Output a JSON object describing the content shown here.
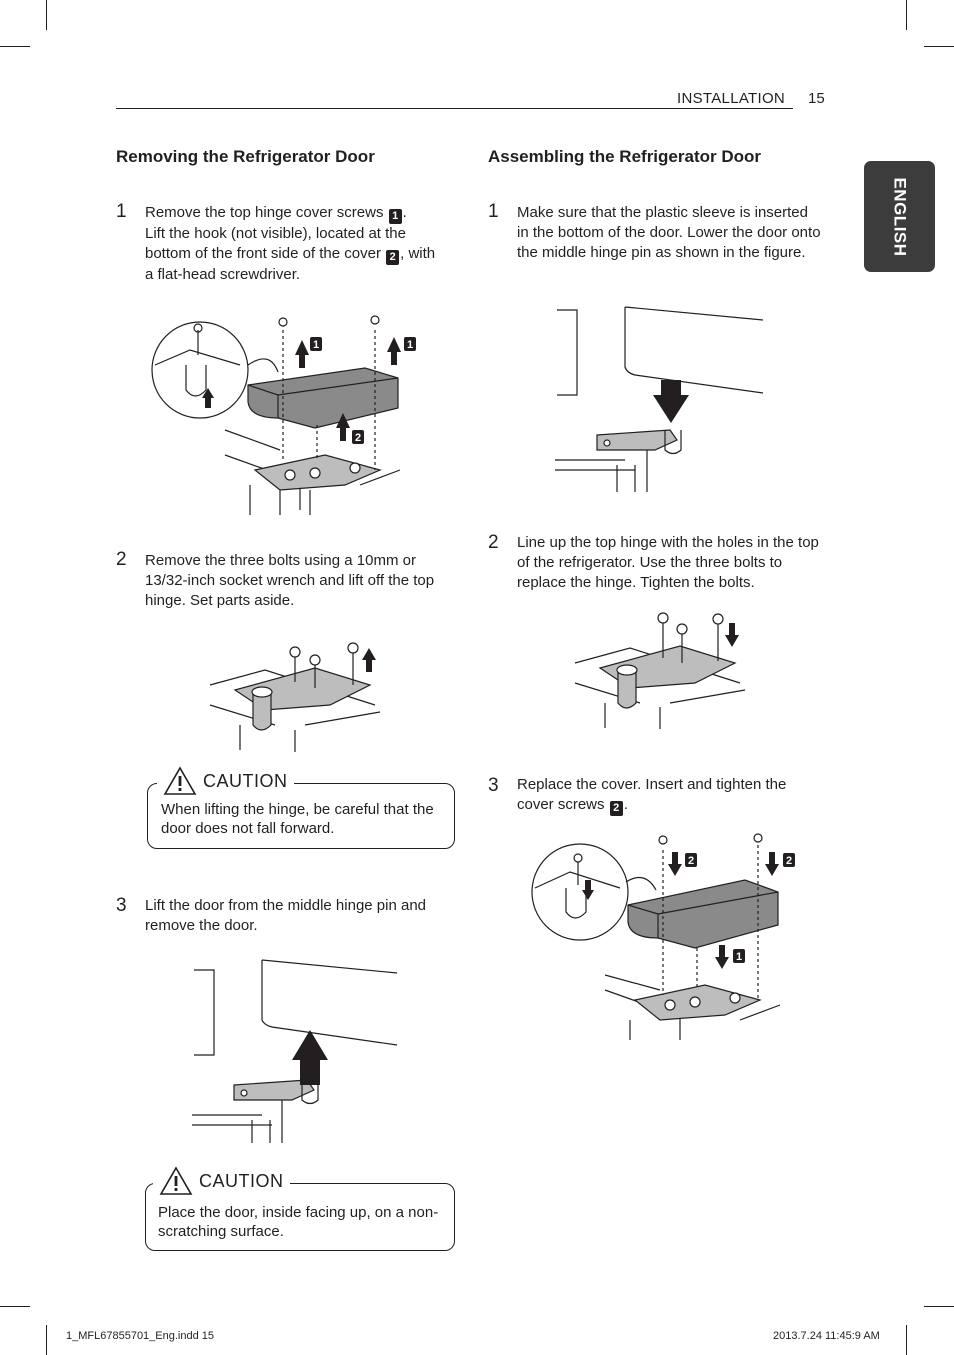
{
  "header": {
    "section": "INSTALLATION",
    "page_number": "15"
  },
  "side_tab": {
    "label": "ENGLISH"
  },
  "left": {
    "title": "Removing the Refrigerator Door",
    "step1": {
      "num": "1",
      "text_a": "Remove the top hinge cover screws ",
      "badge_a": "1",
      "text_b": ".",
      "text_c": "Lift the hook (not visible), located at the bottom of the front side of the cover ",
      "badge_b": "2",
      "text_d": ", with a flat-head screwdriver."
    },
    "step2": {
      "num": "2",
      "text": "Remove the three bolts using a 10mm or 13/32-inch socket wrench and lift off the top hinge. Set parts aside."
    },
    "caution1": {
      "title": "CAUTION",
      "text": "When lifting the hinge, be careful that the door does not fall forward."
    },
    "step3": {
      "num": "3",
      "text": "Lift the door from the middle hinge pin and remove the door."
    },
    "caution2": {
      "title": "CAUTION",
      "text": "Place the door, inside facing up, on a non-scratching surface."
    }
  },
  "right": {
    "title": "Assembling the Refrigerator Door",
    "step1": {
      "num": "1",
      "text": "Make sure that the plastic sleeve is inserted in the bottom of the door. Lower the door onto the middle hinge pin as shown in the figure."
    },
    "step2": {
      "num": "2",
      "text": "Line up the top hinge with the holes in the top of the refrigerator. Use the three bolts to replace the hinge. Tighten the bolts."
    },
    "step3": {
      "num": "3",
      "text_a": "Replace the cover. Insert and tighten the cover screws ",
      "badge": "2",
      "text_b": "."
    }
  },
  "figure_labels": {
    "one": "1",
    "two": "2"
  },
  "footer": {
    "file": "1_MFL67855701_Eng.indd   15",
    "timestamp": "2013.7.24   11:45:9 AM"
  }
}
